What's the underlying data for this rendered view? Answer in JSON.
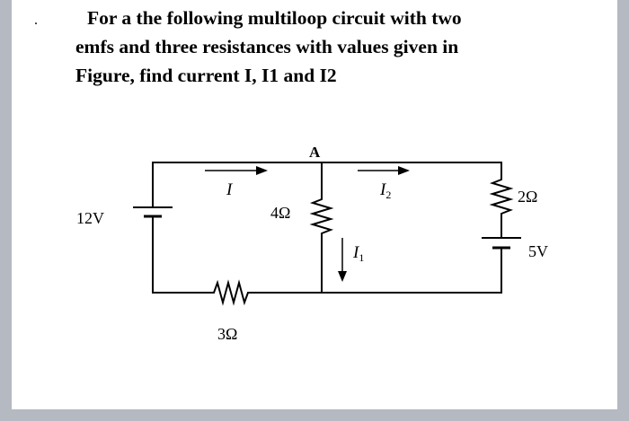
{
  "question": {
    "bullet": ".",
    "lines": [
      "For a the following multiloop circuit with two",
      "emfs and three resistances with values given in",
      "Figure, find current I, I1 and I2"
    ]
  },
  "circuit": {
    "node_label": "A",
    "current_I": "I",
    "current_I1": "I",
    "current_I1_sub": "1",
    "current_I2": "I",
    "current_I2_sub": "2",
    "emf_left": "12V",
    "emf_right": "5V",
    "r_middle": "4Ω",
    "r_bottom": "3Ω",
    "r_right": "2Ω"
  }
}
